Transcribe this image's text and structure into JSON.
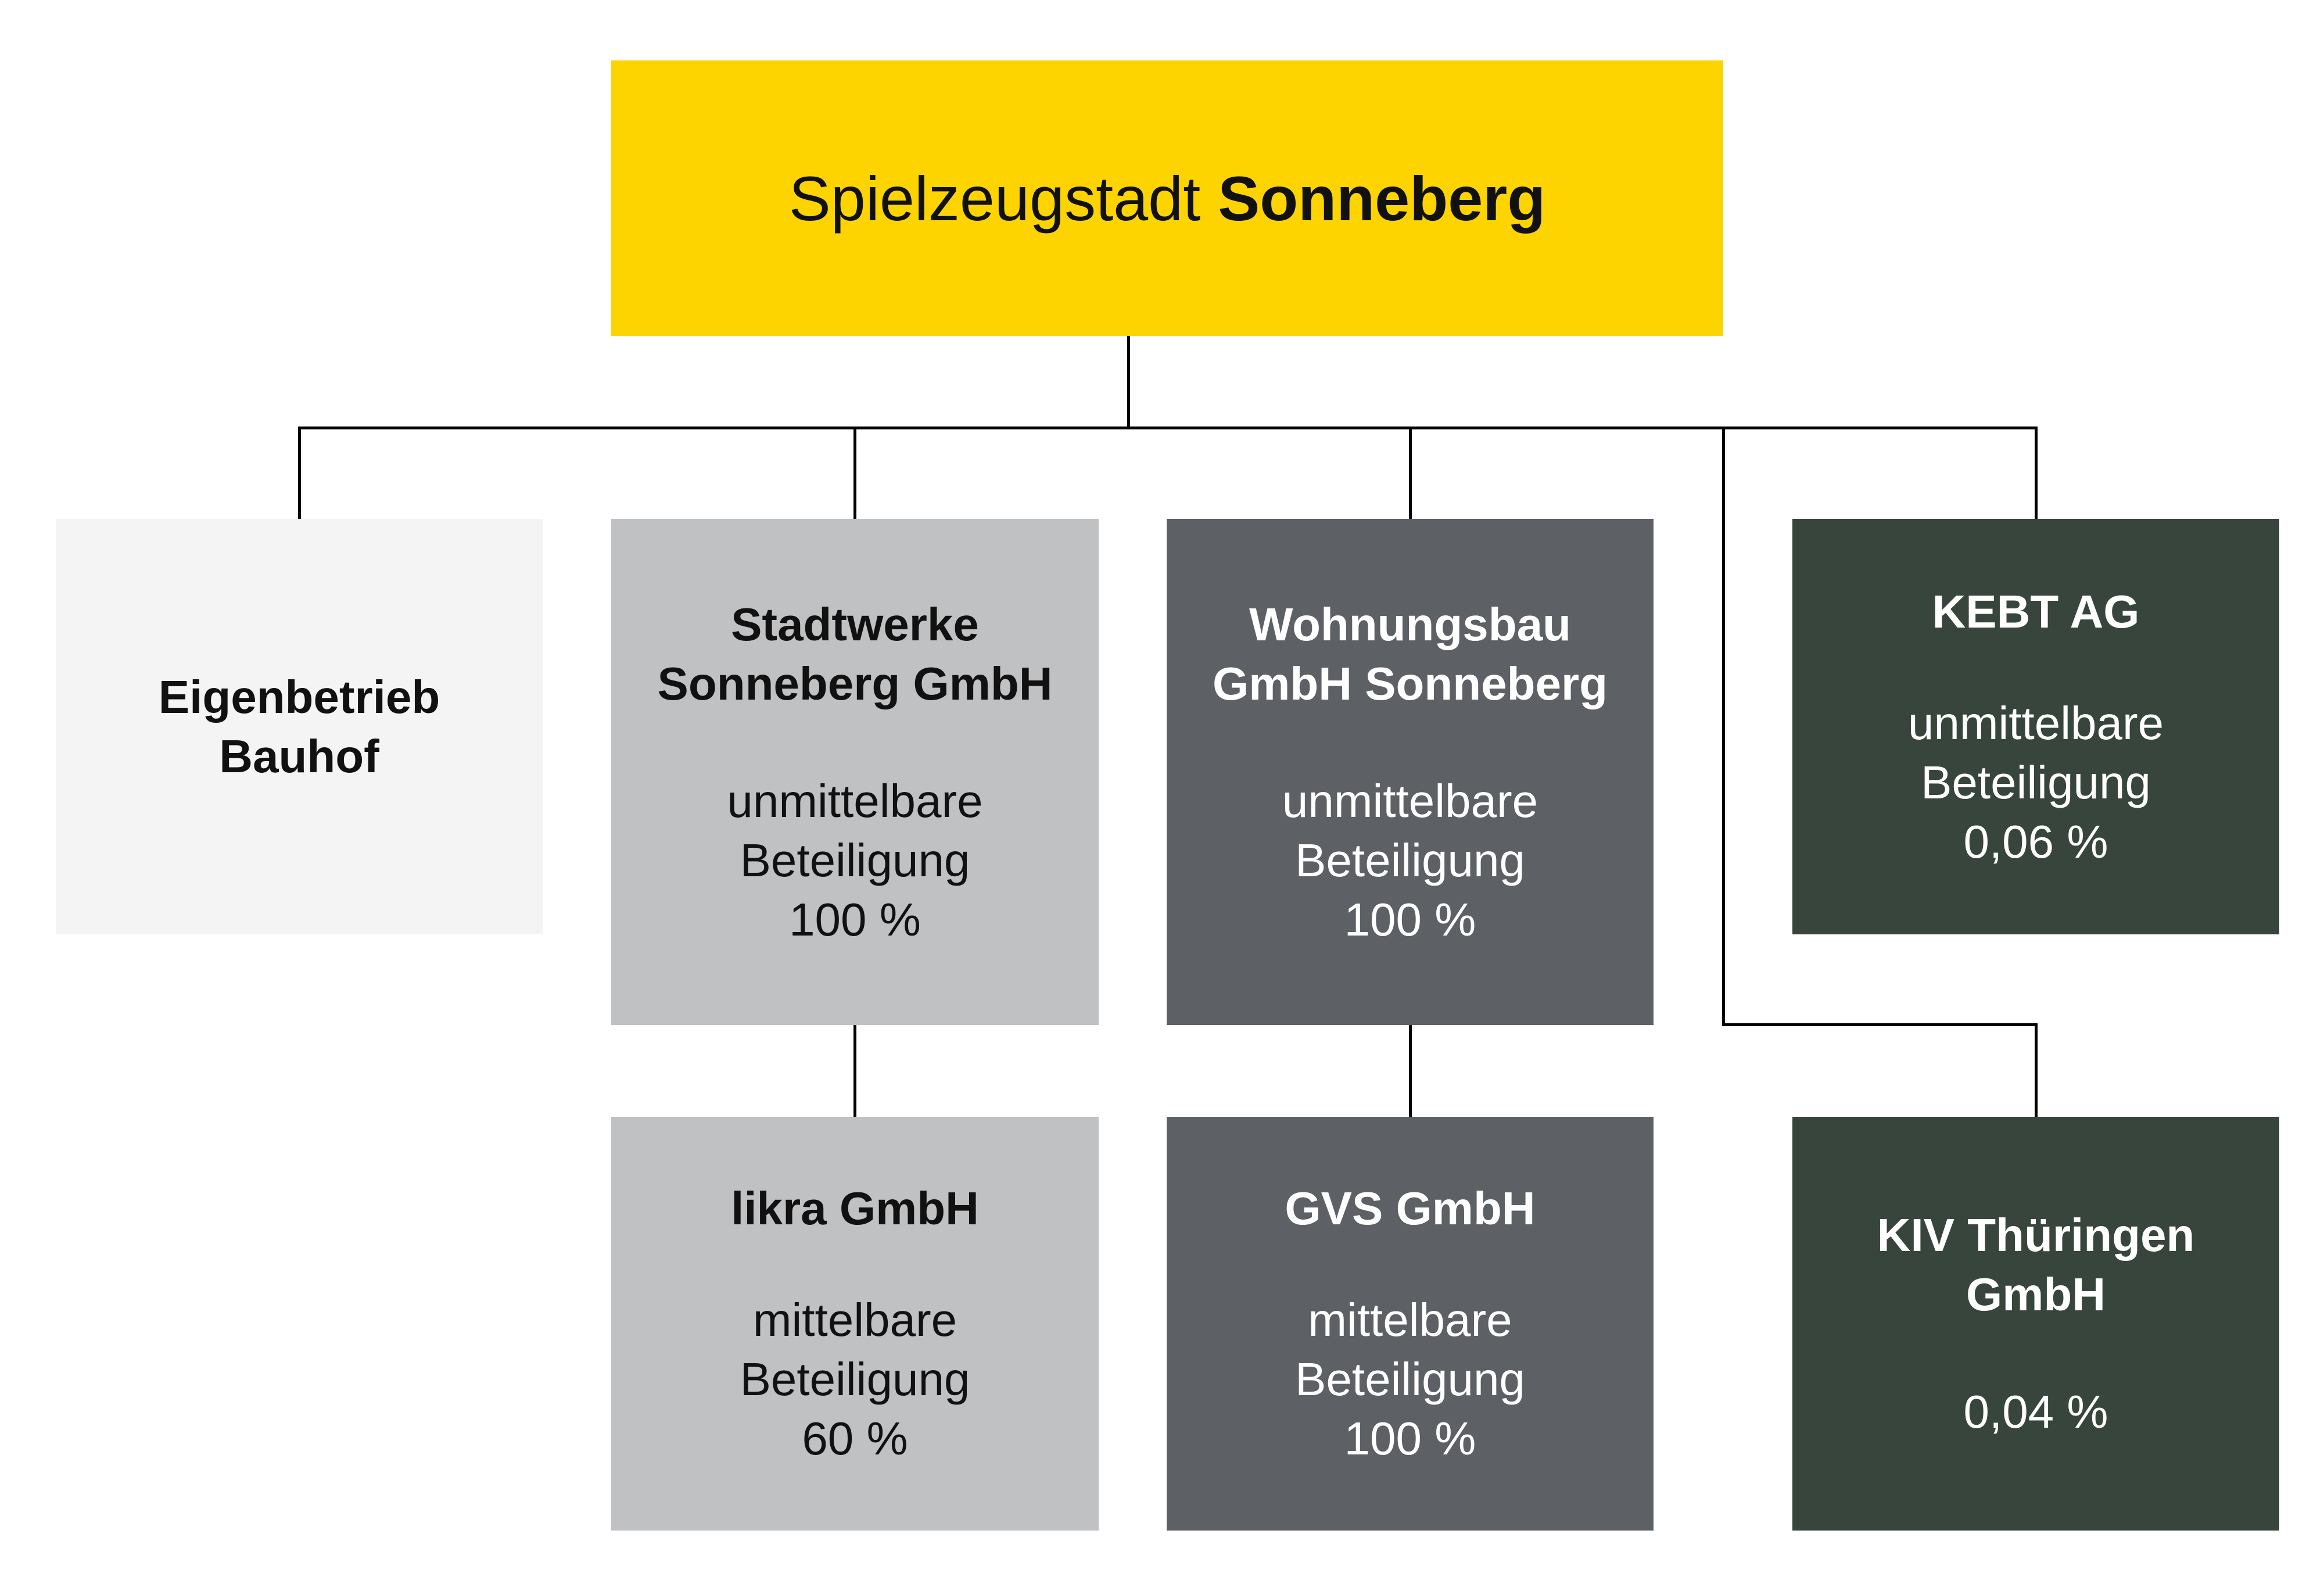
{
  "root": {
    "name_regular": "Spielzeugstadt",
    "name_bold": "Sonneberg",
    "color": "#fdd400"
  },
  "row1": [
    {
      "name_line1": "Eigenbetrieb",
      "name_line2": "Bauhof",
      "desc_line1": "",
      "desc_line2": "",
      "desc_line3": "",
      "color": "#f4f4f4"
    },
    {
      "name_line1": "Stadtwerke",
      "name_line2": "Sonneberg GmbH",
      "desc_line1": "unmittelbare",
      "desc_line2": "Beteiligung",
      "desc_line3": "100 %",
      "color": "#c0c1c3"
    },
    {
      "name_line1": "Wohnungsbau",
      "name_line2": "GmbH Sonneberg",
      "desc_line1": "unmittelbare",
      "desc_line2": "Beteiligung",
      "desc_line3": "100 %",
      "color": "#5d6065"
    },
    {
      "name_line1": "KEBT AG",
      "name_line2": "",
      "desc_line1": "unmittelbare",
      "desc_line2": "Beteiligung",
      "desc_line3": "0,06 %",
      "color": "#38453c"
    }
  ],
  "row2": [
    {
      "name_line1": "likra GmbH",
      "name_line2": "",
      "desc_line1": "mittelbare",
      "desc_line2": "Beteiligung",
      "desc_line3": "60 %",
      "color": "#c0c1c3"
    },
    {
      "name_line1": "GVS GmbH",
      "name_line2": "",
      "desc_line1": "mittelbare",
      "desc_line2": "Beteiligung",
      "desc_line3": "100 %",
      "color": "#5d6065"
    },
    {
      "name_line1": "KIV Thüringen",
      "name_line2": "GmbH",
      "desc_line1": "",
      "desc_line2": "",
      "desc_line3": "0,04 %",
      "color": "#38453c"
    }
  ]
}
